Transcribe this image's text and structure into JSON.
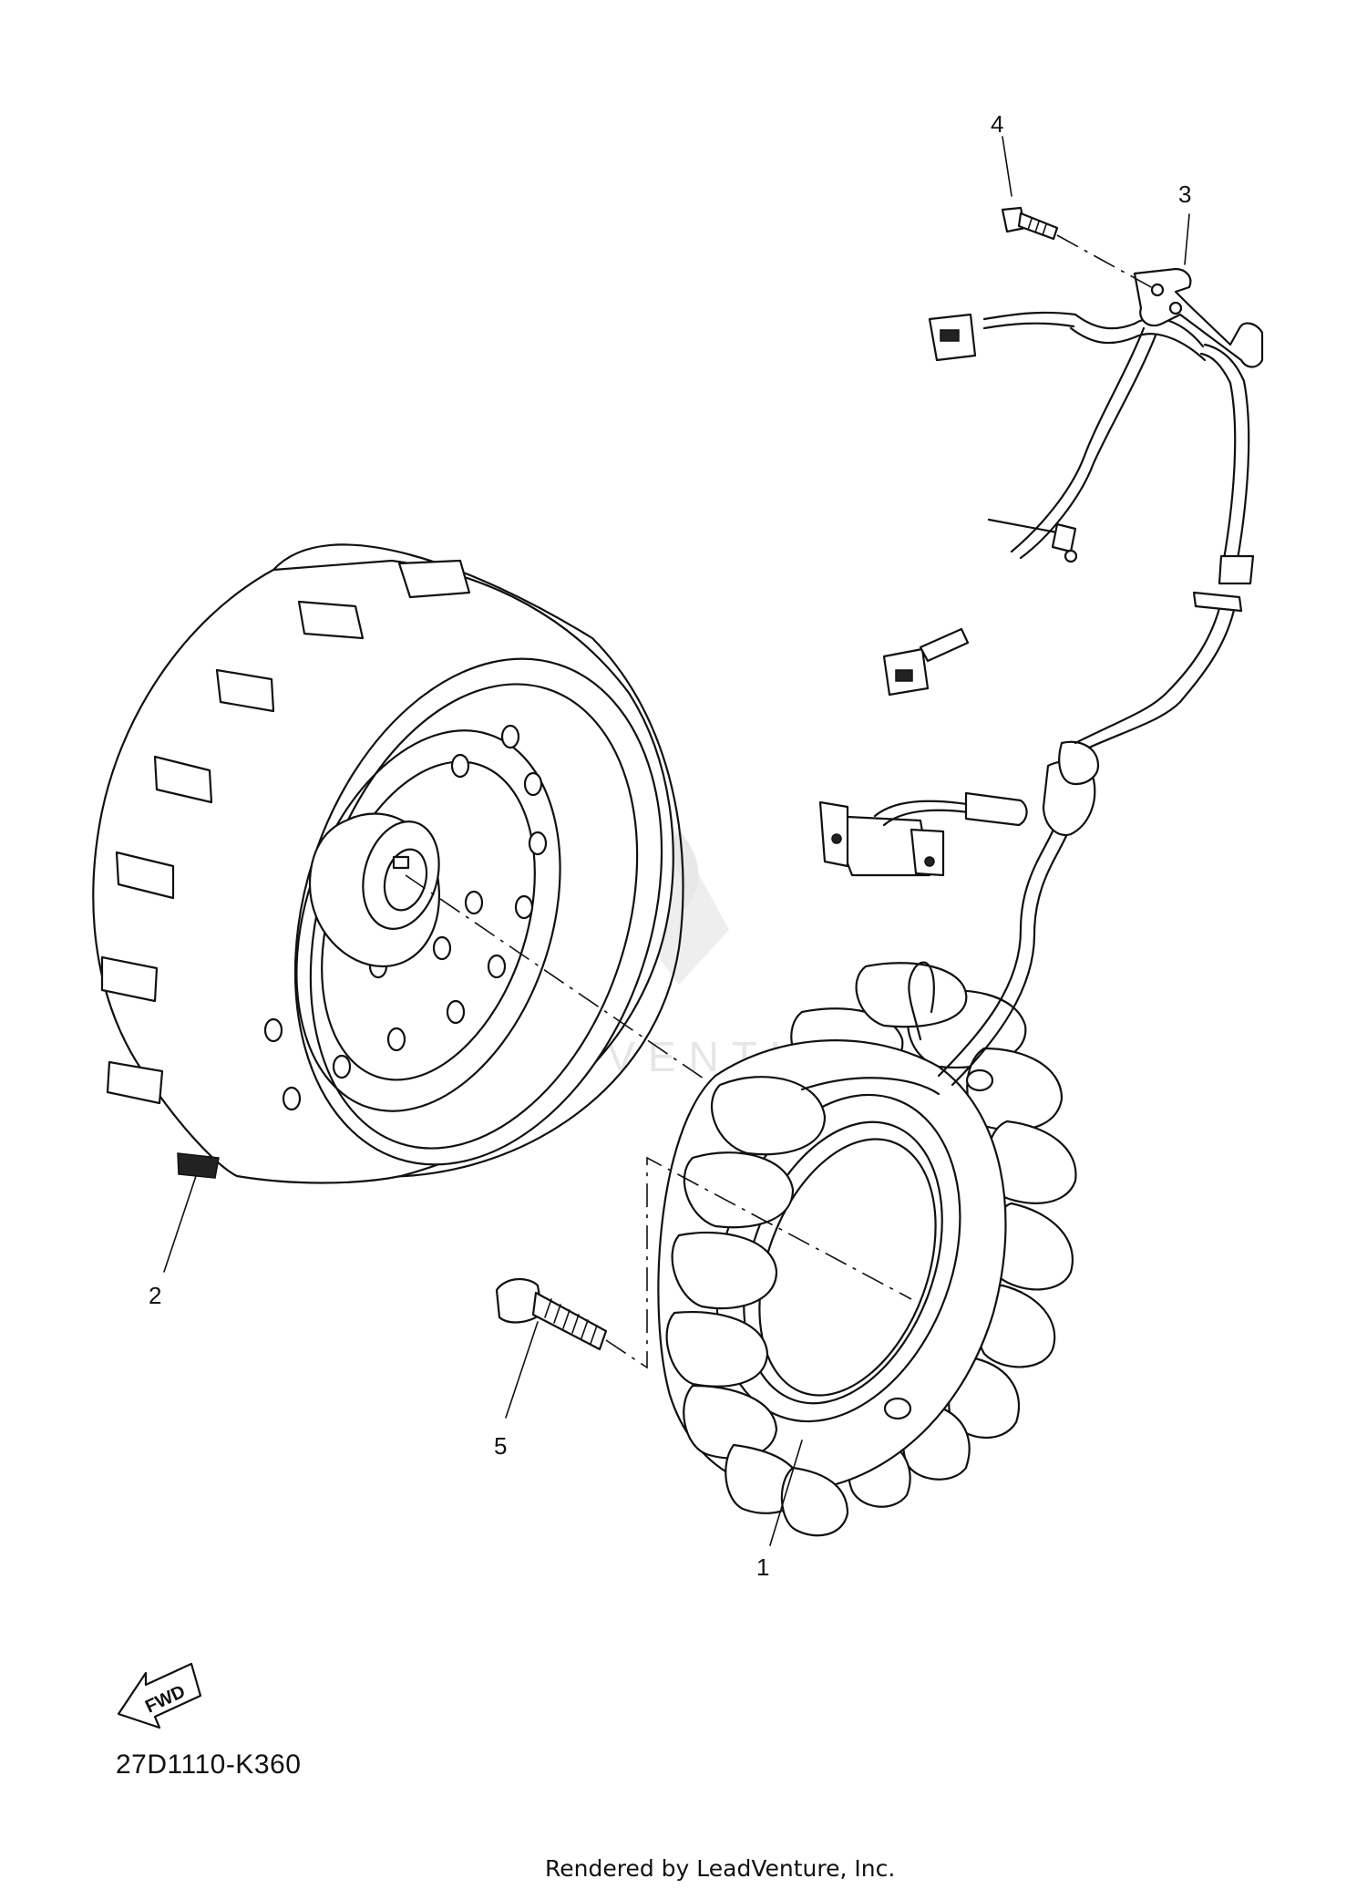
{
  "diagram": {
    "callouts": [
      {
        "id": "1",
        "label": "1"
      },
      {
        "id": "2",
        "label": "2"
      },
      {
        "id": "3",
        "label": "3"
      },
      {
        "id": "4",
        "label": "4"
      },
      {
        "id": "5",
        "label": "5"
      }
    ],
    "fwd_label": "FWD",
    "diagram_code": "27D1110-K360",
    "render_credit": "Rendered by LeadVenture, Inc.",
    "watermark": "LEADVENTURE"
  }
}
